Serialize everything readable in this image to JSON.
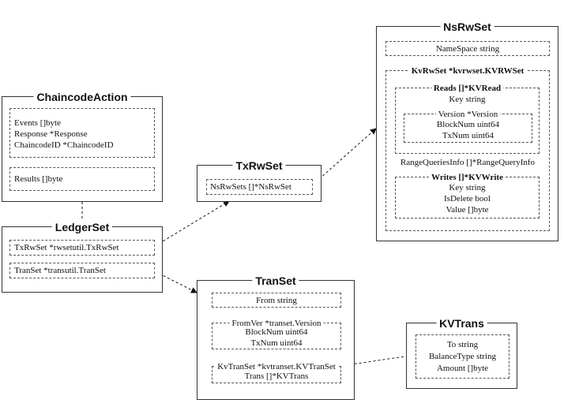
{
  "chaincode_action": {
    "title": "ChaincodeAction",
    "fields": [
      "Events []byte",
      "Response *Response",
      "ChaincodeID *ChaincodeID"
    ],
    "results": "Results []byte"
  },
  "ledger_set": {
    "title": "LedgerSet",
    "txrwset": "TxRwSet *rwsetutil.TxRwSet",
    "transet": "TranSet *transutil.TranSet"
  },
  "tx_rw_set": {
    "title": "TxRwSet",
    "nsrwsets": "NsRwSets []*NsRwSet"
  },
  "ns_rw_set": {
    "title": "NsRwSet",
    "namespace": "NameSpace string",
    "kvrwset_title": "KvRwSet *kvrwset.KVRWSet",
    "reads_title": "Reads []*KVRead",
    "reads_key": "Key string",
    "version_title": "Version *Version",
    "block_num": "BlockNum uint64",
    "tx_num": "TxNum uint64",
    "range_queries": "RangeQueriesInfo []*RangeQueryInfo",
    "writes_title": "Writes []*KVWrite",
    "writes_key": "Key string",
    "is_delete": "IsDelete bool",
    "value": "Value []byte"
  },
  "tran_set": {
    "title": "TranSet",
    "from": "From string",
    "fromver_title": "FromVer *transet.Version",
    "block_num": "BlockNum uint64",
    "tx_num": "TxNum uint64",
    "kvtranset": "KvTranSet *kvtranset.KVTranSet",
    "trans": "Trans []*KVTrans"
  },
  "kv_trans": {
    "title": "KVTrans",
    "to": "To string",
    "balance_type": "BalanceType string",
    "amount": "Amount []byte"
  }
}
